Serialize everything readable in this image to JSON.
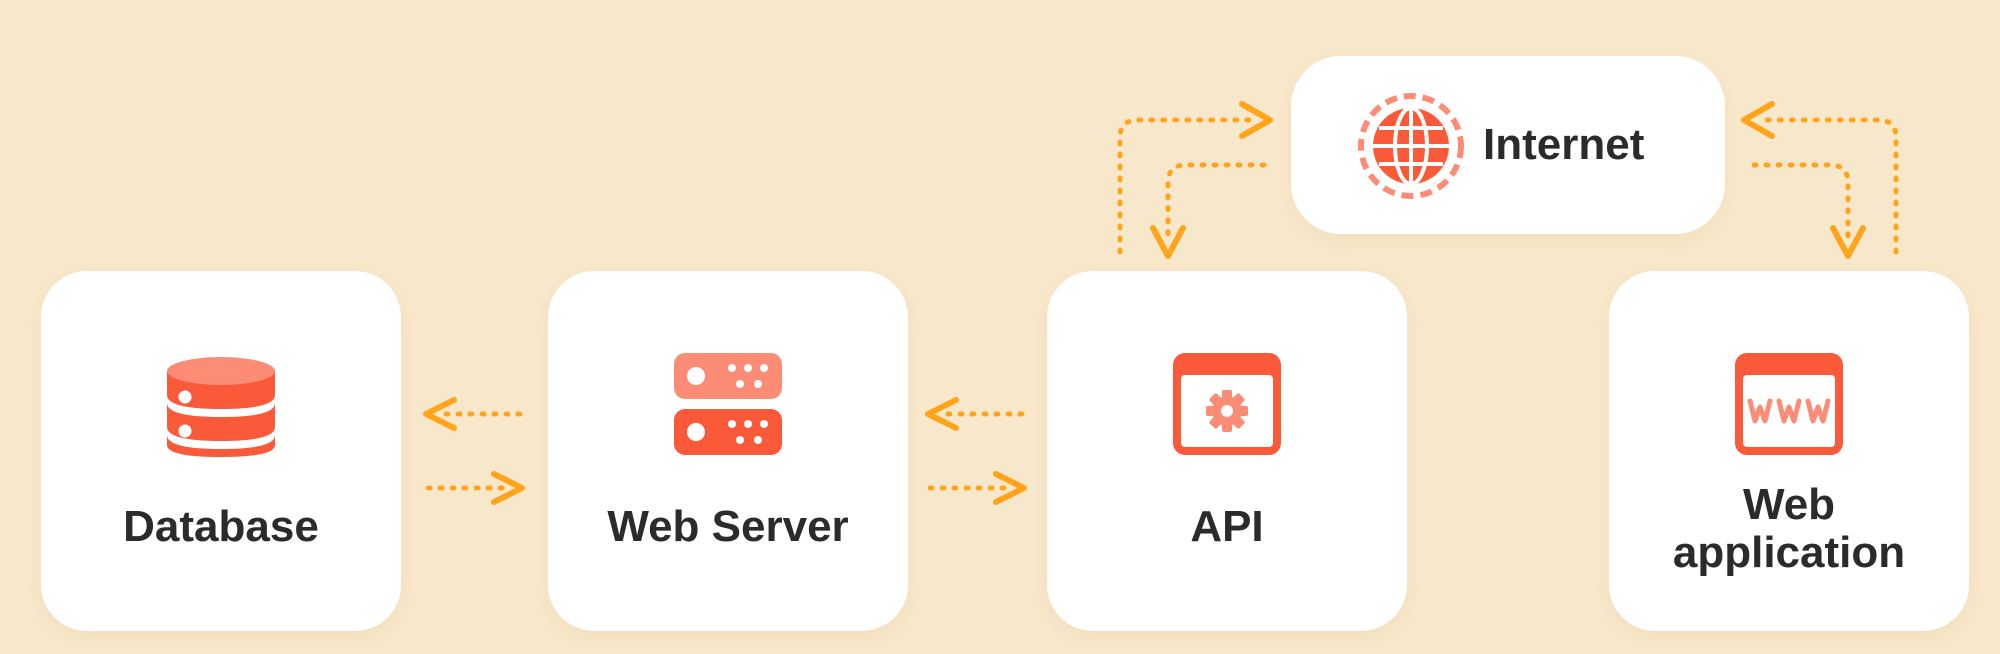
{
  "nodes": {
    "database": {
      "label": "Database",
      "icon": "database-icon"
    },
    "web_server": {
      "label": "Web Server",
      "icon": "server-icon"
    },
    "api": {
      "label": "API",
      "icon": "api-gear-window-icon"
    },
    "internet": {
      "label": "Internet",
      "icon": "globe-icon"
    },
    "web_application": {
      "label_line1": "Web",
      "label_line2": "application",
      "icon": "www-browser-icon"
    }
  },
  "colors": {
    "background": "#f8e8cb",
    "card": "#ffffff",
    "icon_primary": "#fb5a3a",
    "icon_light": "#fc8c75",
    "arrow": "#ffa41b",
    "text": "#2b2b2b"
  },
  "connections": [
    {
      "from": "web_server",
      "to": "database"
    },
    {
      "from": "database",
      "to": "web_server"
    },
    {
      "from": "api",
      "to": "web_server"
    },
    {
      "from": "web_server",
      "to": "api"
    },
    {
      "from": "api",
      "to": "internet"
    },
    {
      "from": "internet",
      "to": "api"
    },
    {
      "from": "web_application",
      "to": "internet"
    },
    {
      "from": "internet",
      "to": "web_application"
    }
  ]
}
